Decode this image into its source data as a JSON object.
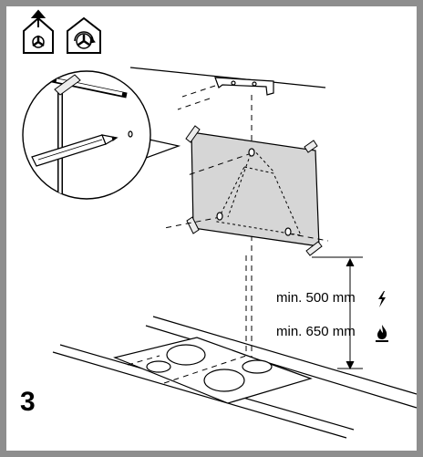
{
  "clearance": {
    "electric_label": "min. 500 mm",
    "gas_label": "min. 650 mm"
  },
  "step": {
    "number": "3"
  },
  "icons": {
    "extraction_mode": "house-fan-exhaust-icon",
    "recirculation_mode": "house-fan-recirculation-icon",
    "electric": "lightning-bolt-icon",
    "gas": "gas-flame-icon"
  }
}
